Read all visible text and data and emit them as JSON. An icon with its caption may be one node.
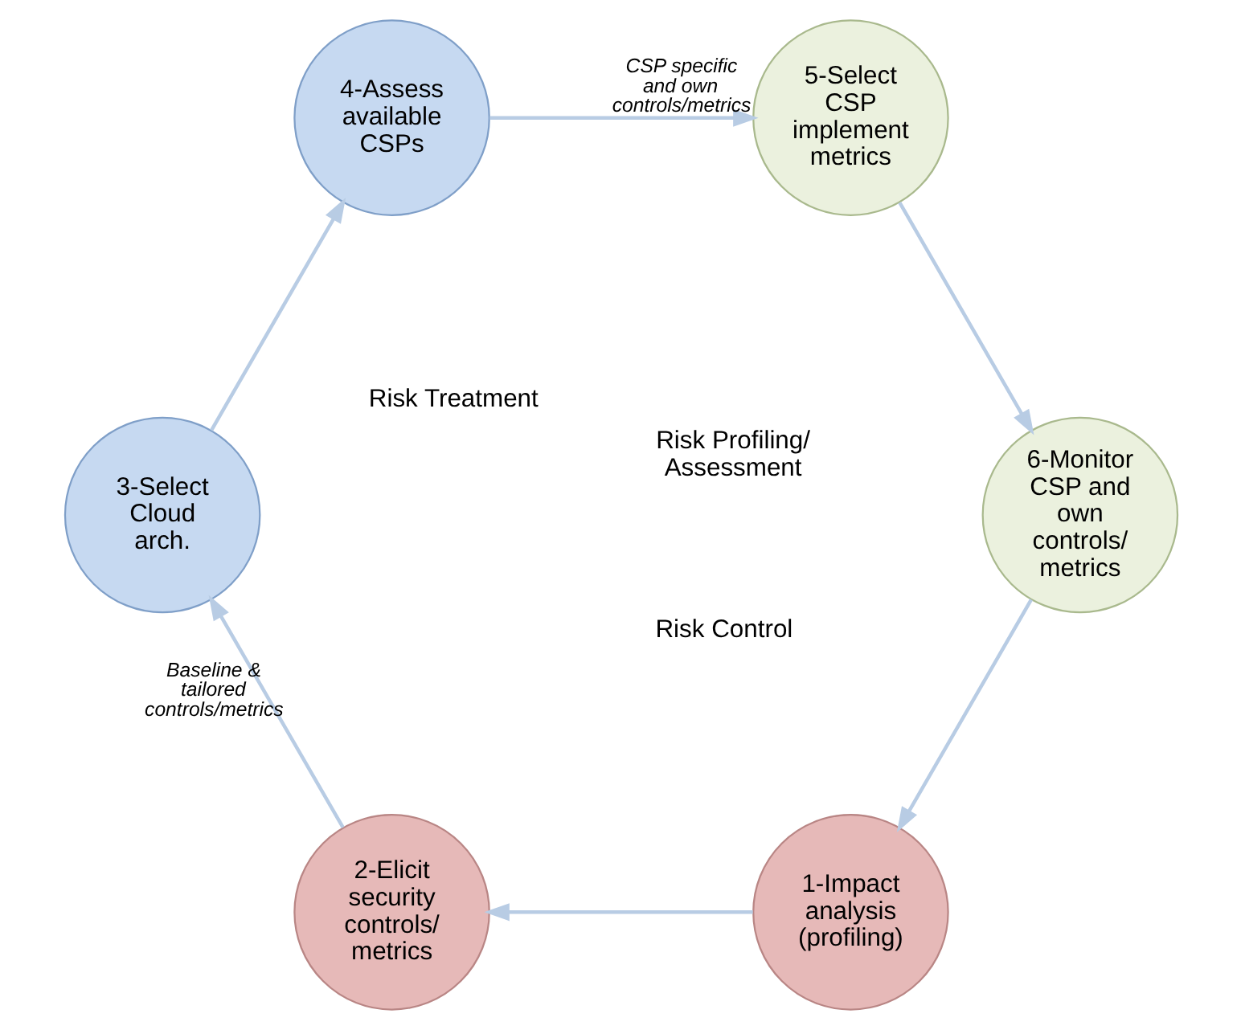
{
  "diagram": {
    "nodes": [
      {
        "text": [
          "1-Impact analysis (profiling)"
        ]
      },
      {
        "text": [
          "2-Elicit security controls/ metrics"
        ]
      },
      {
        "text": [
          "3-Select Cloud arch."
        ]
      },
      {
        "text": [
          "4-Assess available CSPs"
        ]
      },
      {
        "text": [
          "5-Select CSP implement metrics"
        ]
      },
      {
        "text": [
          "6-Monitor CSP and own controls/ metrics"
        ]
      }
    ],
    "edges": [
      {
        "from": 0,
        "to": 1,
        "arrow": "to"
      },
      {
        "from": 1,
        "to": 2,
        "arrow": "to",
        "label": "Baseline & tailored controls/metrics"
      },
      {
        "from": 2,
        "to": 3,
        "arrow": "to"
      },
      {
        "from": 3,
        "to": 4,
        "arrow": "to",
        "label": "CSP specific and own controls/metrics"
      },
      {
        "from": 4,
        "to": 5,
        "arrow": "to"
      },
      {
        "from": 5,
        "to": 0,
        "arrow": "to"
      }
    ],
    "labels": [
      "Risk Profiling/ Assessment",
      "Risk Control",
      "Risk Treatment"
    ]
  }
}
